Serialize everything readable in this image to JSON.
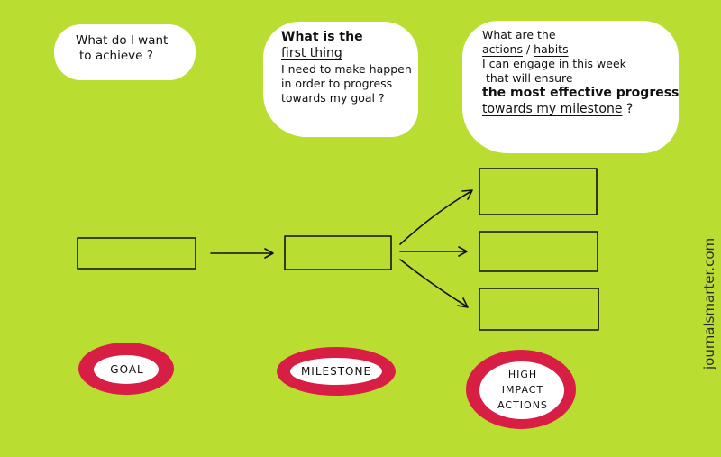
{
  "questions": {
    "goal": {
      "line1": "What do I want",
      "line2": "to achieve ?"
    },
    "milestone": {
      "line1": "What is the",
      "line2": "first thing",
      "line3": "I need to make happen",
      "line4": "in order to progress",
      "line5a": "towards my goal",
      "line5b": " ?"
    },
    "actions": {
      "line1a": "What are the",
      "line2a": "actions",
      "line2b": " / ",
      "line2c": "habits",
      "line3": "I can engage in this week",
      "line4": "that will ensure",
      "line5": "the most effective progress",
      "line6a": "towards my milestone",
      "line6b": " ?"
    }
  },
  "labels": {
    "goal": "GOAL",
    "milestone": "MILESTONE",
    "actions_line1": "HIGH",
    "actions_line2": "IMPACT",
    "actions_line3": "ACTIONS"
  },
  "credit": "journalsmarter.com",
  "colors": {
    "background": "#b9dd31",
    "badge": "#d91e45",
    "bubble": "#ffffff",
    "ink": "#111111"
  }
}
